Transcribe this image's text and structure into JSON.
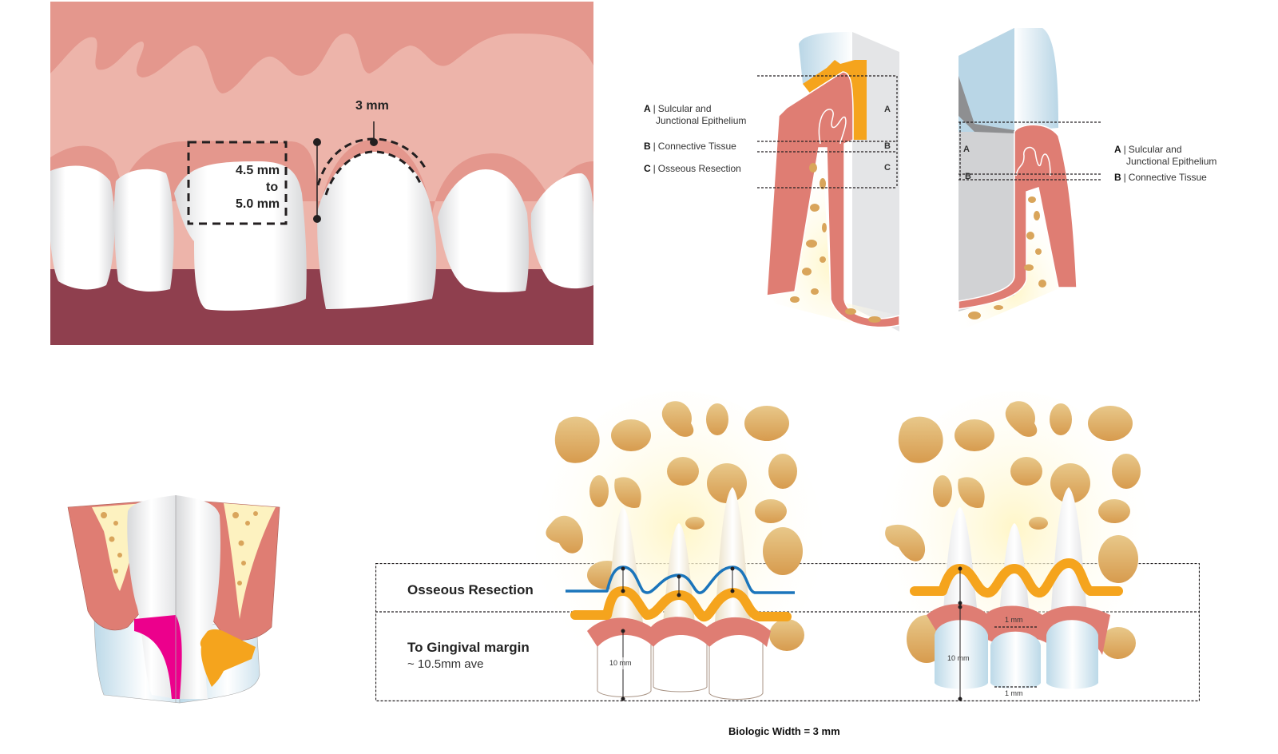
{
  "colors": {
    "gum_dark": "#e4978d",
    "gum_light": "#edb4aa",
    "gum_band": "#df7d73",
    "lip_lower": "#8f3f4e",
    "tooth": "#ffffff",
    "tooth_shadow": "#d7d8da",
    "bone": "#e6c07f",
    "bone_glow": "#fff6c8",
    "orange": "#f5a41d",
    "blue": "#1b75bb",
    "crown_blue": "#bcd9e8",
    "root_gray": "#e4e5e7",
    "magenta": "#ec008c",
    "dash": "#231f20"
  },
  "panel_smile": {
    "measure_top": "3 mm",
    "measure_side_line1": "4.5 mm",
    "measure_side_line2": "to",
    "measure_side_line3": "5.0 mm"
  },
  "panel_section_left": {
    "legend": [
      {
        "key": "A",
        "text_line1": "Sulcular and",
        "text_line2": "Junctional Epithelium"
      },
      {
        "key": "B",
        "text_line1": "Connective Tissue"
      },
      {
        "key": "C",
        "text_line1": "Osseous Resection"
      }
    ],
    "zone_labels": [
      "A",
      "B",
      "C"
    ]
  },
  "panel_section_right": {
    "legend": [
      {
        "key": "A",
        "text_line1": "Sulcular and",
        "text_line2": "Junctional Epithelium"
      },
      {
        "key": "B",
        "text_line1": "Connective Tissue"
      }
    ],
    "zone_labels": [
      "A",
      "B"
    ]
  },
  "panel_bottom": {
    "row1_label": "Osseous Resection",
    "row2_label": "To Gingival margin",
    "row2_sublabel": "~ 10.5mm ave",
    "left_measure": "10 mm",
    "right_measure": "10 mm",
    "right_gap_top": "1 mm",
    "right_gap_bottom": "1 mm",
    "caption": "Biologic Width = 3 mm"
  }
}
